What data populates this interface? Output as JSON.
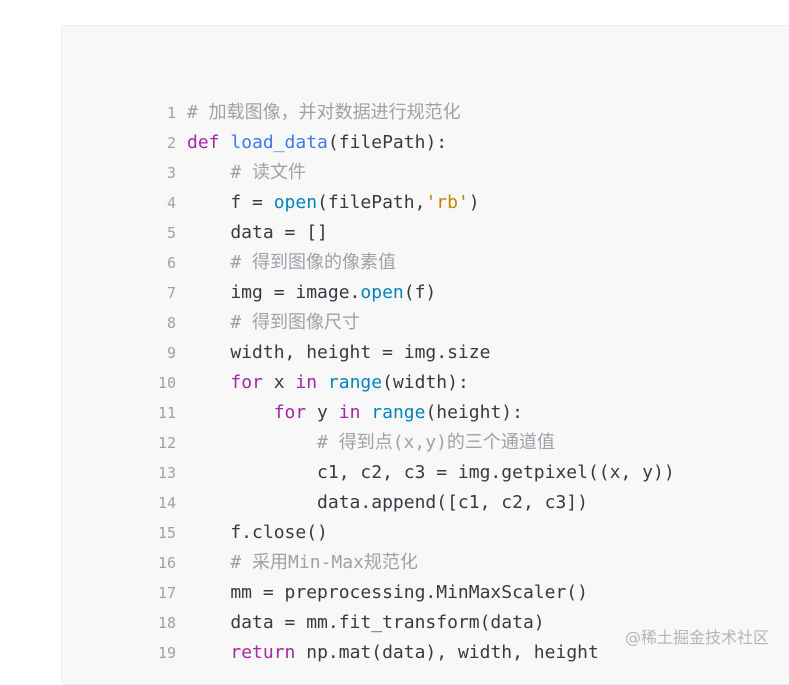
{
  "code_block": {
    "lines": [
      {
        "n": "1",
        "segs": [
          {
            "t": "# 加载图像，并对数据进行规范化",
            "c": "cmt"
          }
        ]
      },
      {
        "n": "2",
        "segs": [
          {
            "t": "def",
            "c": "kw"
          },
          {
            "t": " ",
            "c": ""
          },
          {
            "t": "load_data",
            "c": "fn"
          },
          {
            "t": "(filePath):",
            "c": ""
          }
        ]
      },
      {
        "n": "3",
        "segs": [
          {
            "t": "    ",
            "c": ""
          },
          {
            "t": "# 读文件",
            "c": "cmt"
          }
        ]
      },
      {
        "n": "4",
        "segs": [
          {
            "t": "    f = ",
            "c": ""
          },
          {
            "t": "open",
            "c": "bi"
          },
          {
            "t": "(filePath,",
            "c": ""
          },
          {
            "t": "'rb'",
            "c": "str"
          },
          {
            "t": ")",
            "c": ""
          }
        ]
      },
      {
        "n": "5",
        "segs": [
          {
            "t": "    data = []",
            "c": ""
          }
        ]
      },
      {
        "n": "6",
        "segs": [
          {
            "t": "    ",
            "c": ""
          },
          {
            "t": "# 得到图像的像素值",
            "c": "cmt"
          }
        ]
      },
      {
        "n": "7",
        "segs": [
          {
            "t": "    img = image.",
            "c": ""
          },
          {
            "t": "open",
            "c": "bi"
          },
          {
            "t": "(f)",
            "c": ""
          }
        ]
      },
      {
        "n": "8",
        "segs": [
          {
            "t": "    ",
            "c": ""
          },
          {
            "t": "# 得到图像尺寸",
            "c": "cmt"
          }
        ]
      },
      {
        "n": "9",
        "segs": [
          {
            "t": "    width, height = img.size",
            "c": ""
          }
        ]
      },
      {
        "n": "10",
        "segs": [
          {
            "t": "    ",
            "c": ""
          },
          {
            "t": "for",
            "c": "kw"
          },
          {
            "t": " x ",
            "c": ""
          },
          {
            "t": "in",
            "c": "kw"
          },
          {
            "t": " ",
            "c": ""
          },
          {
            "t": "range",
            "c": "bi"
          },
          {
            "t": "(width):",
            "c": ""
          }
        ]
      },
      {
        "n": "11",
        "segs": [
          {
            "t": "        ",
            "c": ""
          },
          {
            "t": "for",
            "c": "kw"
          },
          {
            "t": " y ",
            "c": ""
          },
          {
            "t": "in",
            "c": "kw"
          },
          {
            "t": " ",
            "c": ""
          },
          {
            "t": "range",
            "c": "bi"
          },
          {
            "t": "(height):",
            "c": ""
          }
        ]
      },
      {
        "n": "12",
        "segs": [
          {
            "t": "            ",
            "c": ""
          },
          {
            "t": "# 得到点(x,y)的三个通道值",
            "c": "cmt"
          }
        ]
      },
      {
        "n": "13",
        "segs": [
          {
            "t": "            c1, c2, c3 = img.getpixel((x, y))",
            "c": ""
          }
        ]
      },
      {
        "n": "14",
        "segs": [
          {
            "t": "            data.append([c1, c2, c3])",
            "c": ""
          }
        ]
      },
      {
        "n": "15",
        "segs": [
          {
            "t": "    f.close()",
            "c": ""
          }
        ]
      },
      {
        "n": "16",
        "segs": [
          {
            "t": "    ",
            "c": ""
          },
          {
            "t": "# 采用Min-Max规范化",
            "c": "cmt"
          }
        ]
      },
      {
        "n": "17",
        "segs": [
          {
            "t": "    mm = preprocessing.MinMaxScaler()",
            "c": ""
          }
        ]
      },
      {
        "n": "18",
        "segs": [
          {
            "t": "    data = mm.fit_transform(data)",
            "c": ""
          }
        ]
      },
      {
        "n": "19",
        "segs": [
          {
            "t": "    ",
            "c": ""
          },
          {
            "t": "return",
            "c": "kw"
          },
          {
            "t": " np.mat(data), width, height",
            "c": ""
          }
        ]
      }
    ]
  },
  "watermark": "@稀土掘金技术社区",
  "colors": {
    "background": "#f8f8f8",
    "comment": "#a0a1a7",
    "keyword": "#a626a4",
    "function": "#4078f2",
    "builtin": "#0184bc",
    "string": "#c18401",
    "text": "#383a42"
  }
}
